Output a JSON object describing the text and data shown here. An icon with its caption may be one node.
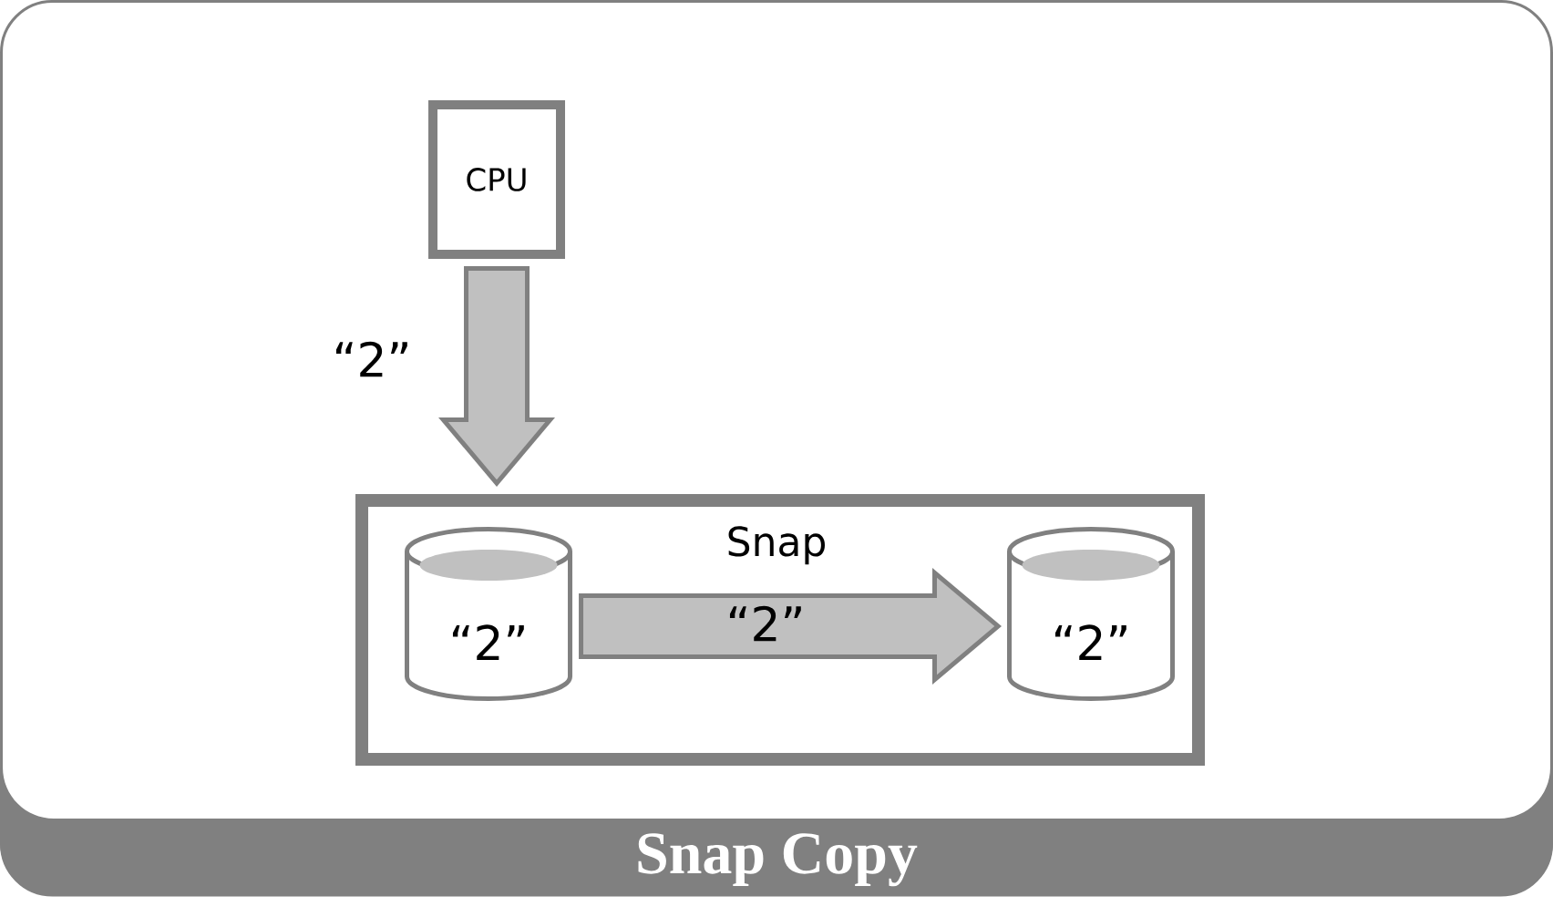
{
  "diagram": {
    "caption": "Snap Copy",
    "nodes": [
      {
        "text": [
          "CPU"
        ]
      },
      {
        "text": [],
        "shape": "box"
      },
      {
        "text": [
          "“2”"
        ],
        "in": 1
      },
      {
        "text": [
          "“2”"
        ],
        "in": 1
      }
    ],
    "edges": [
      {
        "from": 0,
        "to": 1,
        "arrow": "to",
        "label": "“2”"
      },
      {
        "from": 2,
        "to": 3,
        "arrow": "to",
        "label": "“2”"
      }
    ],
    "labels": [
      "Snap"
    ]
  }
}
